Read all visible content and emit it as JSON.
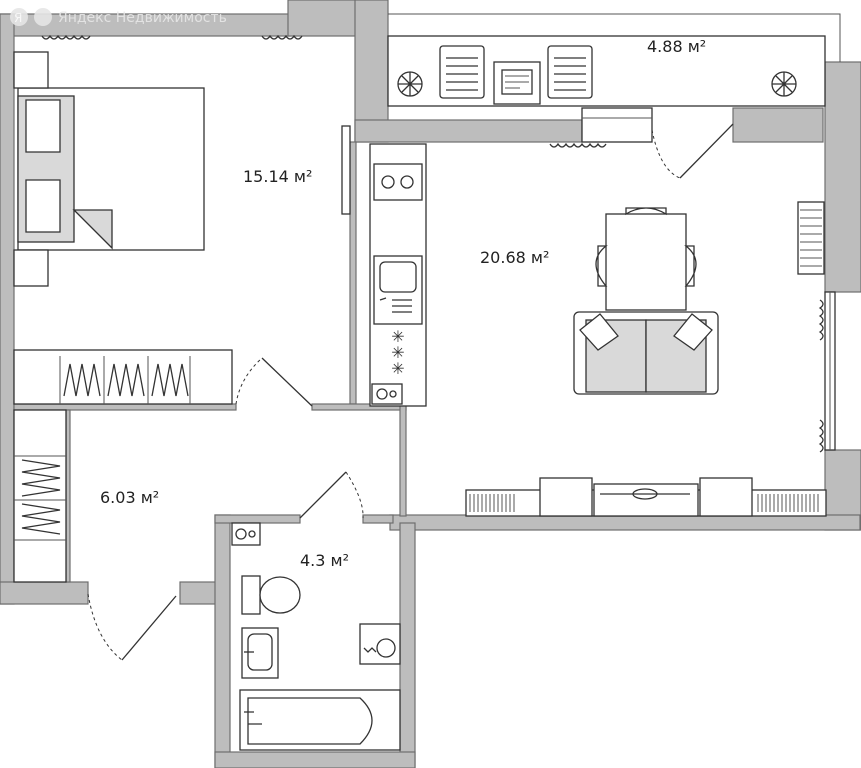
{
  "watermark": {
    "text": "Яндекс Недвижимость"
  },
  "rooms": {
    "bedroom": {
      "area": "15.14 м²"
    },
    "balcony": {
      "area": "4.88 м²"
    },
    "living": {
      "area": "20.68 м²"
    },
    "hallway": {
      "area": "6.03 м²"
    },
    "bathroom": {
      "area": "4.3 м²"
    }
  }
}
